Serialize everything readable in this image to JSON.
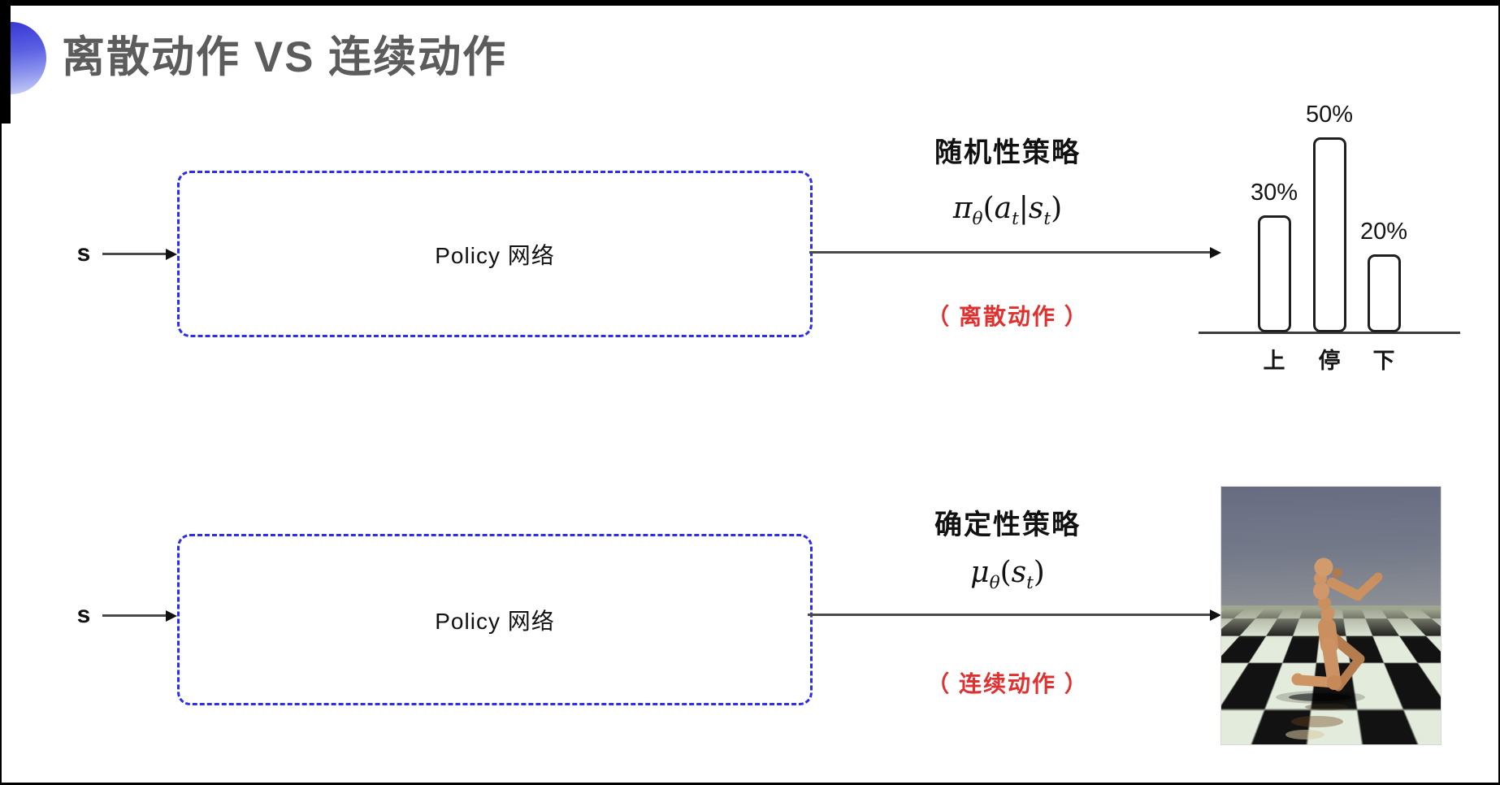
{
  "header": {
    "title": "离散动作 VS 连续动作",
    "accent_color": "#4a4fe0"
  },
  "colors": {
    "title_gray": "#5c5c5c",
    "box_border_blue": "#2d2df0",
    "action_red": "#e03131",
    "arrow_dark": "#1a1a1a"
  },
  "rows": {
    "stochastic": {
      "input_label": "s",
      "box_label": "Policy 网络",
      "policy_name": "随机性策略",
      "formula": {
        "f": "π",
        "fs": "θ",
        "p1": "(",
        "a": "a",
        "as": "t",
        "bar": "|",
        "s": "s",
        "ss": "t",
        "p2": ")"
      },
      "action_type": "（ 离散动作 ）"
    },
    "deterministic": {
      "input_label": "s",
      "box_label": "Policy 网络",
      "policy_name": "确定性策略",
      "formula": {
        "f": "μ",
        "fs": "θ",
        "p1": "(",
        "s": "s",
        "ss": "t",
        "p2": ")"
      },
      "action_type": "（ 连续动作 ）"
    }
  },
  "chart_data": {
    "type": "bar",
    "categories": [
      "上",
      "停",
      "下"
    ],
    "values": [
      30,
      50,
      20
    ],
    "labels": [
      "30%",
      "50%",
      "20%"
    ],
    "title": "",
    "xlabel": "",
    "ylabel": "",
    "ylim": [
      0,
      55
    ],
    "grid": false,
    "legend": false,
    "bar_fill": "#ffffff",
    "bar_stroke": "#1f1f1f"
  },
  "simulation_image": {
    "name": "mujoco-humanoid-render",
    "sky_color": "#6d7287",
    "floor_light": "#e3ecdc",
    "floor_dark": "#121212",
    "body_color": "#cf9766"
  }
}
